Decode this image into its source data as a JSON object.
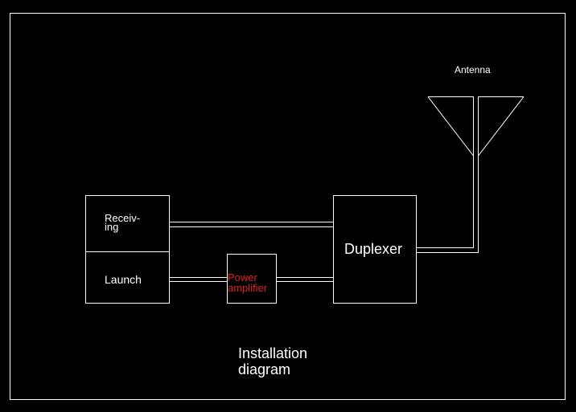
{
  "labels": {
    "antenna": "Antenna",
    "receiving_line1": "Receiv-",
    "receiving_line2": "ing",
    "launch": "Launch",
    "power_amp_line1": "Power",
    "power_amp_line2": "amplifier",
    "duplexer": "Duplexer",
    "caption_line1": "Installation",
    "caption_line2": "diagram"
  },
  "colors": {
    "background": "#000000",
    "stroke": "#ffffff",
    "text": "#ffffff",
    "power_amp_text": "#e02020"
  }
}
